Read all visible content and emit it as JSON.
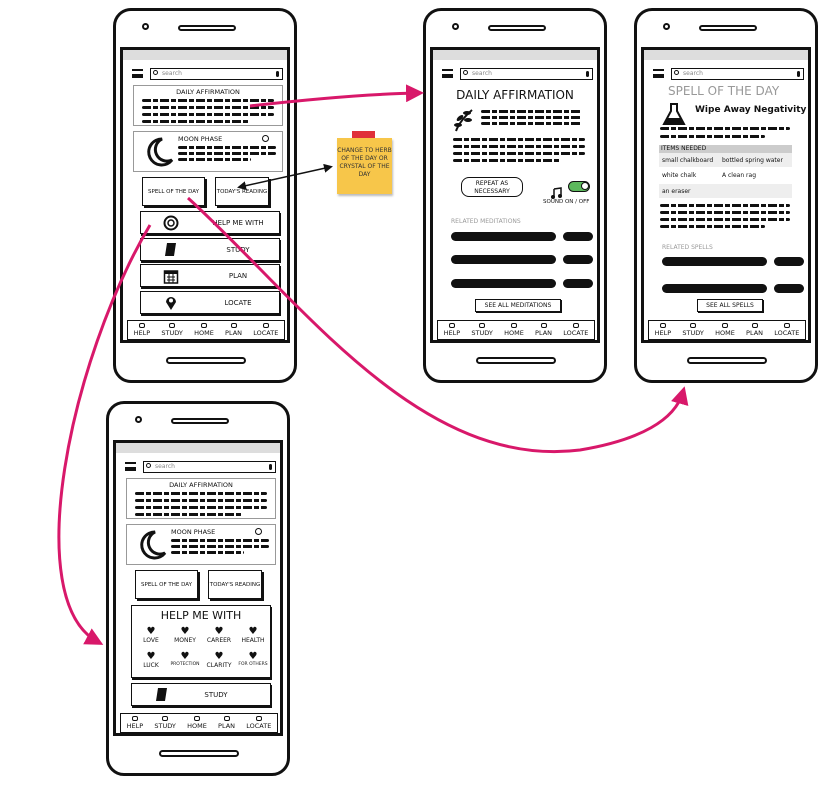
{
  "common": {
    "search_placeholder": "search",
    "nav": [
      {
        "label": "HELP",
        "icon": "lifebuoy-icon"
      },
      {
        "label": "STUDY",
        "icon": "book-icon"
      },
      {
        "label": "HOME",
        "icon": "home-icon"
      },
      {
        "label": "PLAN",
        "icon": "calendar-icon"
      },
      {
        "label": "LOCATE",
        "icon": "pin-icon"
      }
    ]
  },
  "home": {
    "affirmation_title": "DAILY AFFIRMATION",
    "moon_title": "MOON PHASE",
    "spell_button": "SPELL OF THE DAY",
    "reading_button": "TODAY'S READING",
    "menu": [
      {
        "label": "HELP ME WITH",
        "icon": "lifebuoy-icon"
      },
      {
        "label": "STUDY",
        "icon": "book-icon"
      },
      {
        "label": "PLAN",
        "icon": "calendar-icon"
      },
      {
        "label": "LOCATE",
        "icon": "pin-icon"
      }
    ]
  },
  "sticky_note": "CHANGE TO HERB OF THE DAY OR CRYSTAL OF THE DAY",
  "affirmation": {
    "title": "DAILY AFFIRMATION",
    "bubble": "REPEAT AS NECESSARY",
    "sound_label": "SOUND ON / OFF",
    "sound_on": true,
    "related_label": "RELATED MEDITATIONS",
    "see_all": "SEE ALL MEDITATIONS"
  },
  "spell": {
    "title": "SPELL OF THE DAY",
    "spell_name": "Wipe Away Negativity",
    "items_header": "ITEMS NEEDED",
    "items": [
      "small chalkboard",
      "bottled spring water",
      "white chalk",
      "A clean rag",
      "an eraser"
    ],
    "related_label": "RELATED SPELLS",
    "see_all": "SEE ALL SPELLS"
  },
  "help_expanded": {
    "title": "HELP ME WITH",
    "categories": [
      "LOVE",
      "MONEY",
      "CAREER",
      "HEALTH",
      "LUCK",
      "PROTECTION",
      "CLARITY",
      "FOR OTHERS"
    ],
    "study_button": "STUDY"
  },
  "colors": {
    "arrow": "#d8186a",
    "sticky": "#f7c64a",
    "toggle": "#5cb85c"
  }
}
